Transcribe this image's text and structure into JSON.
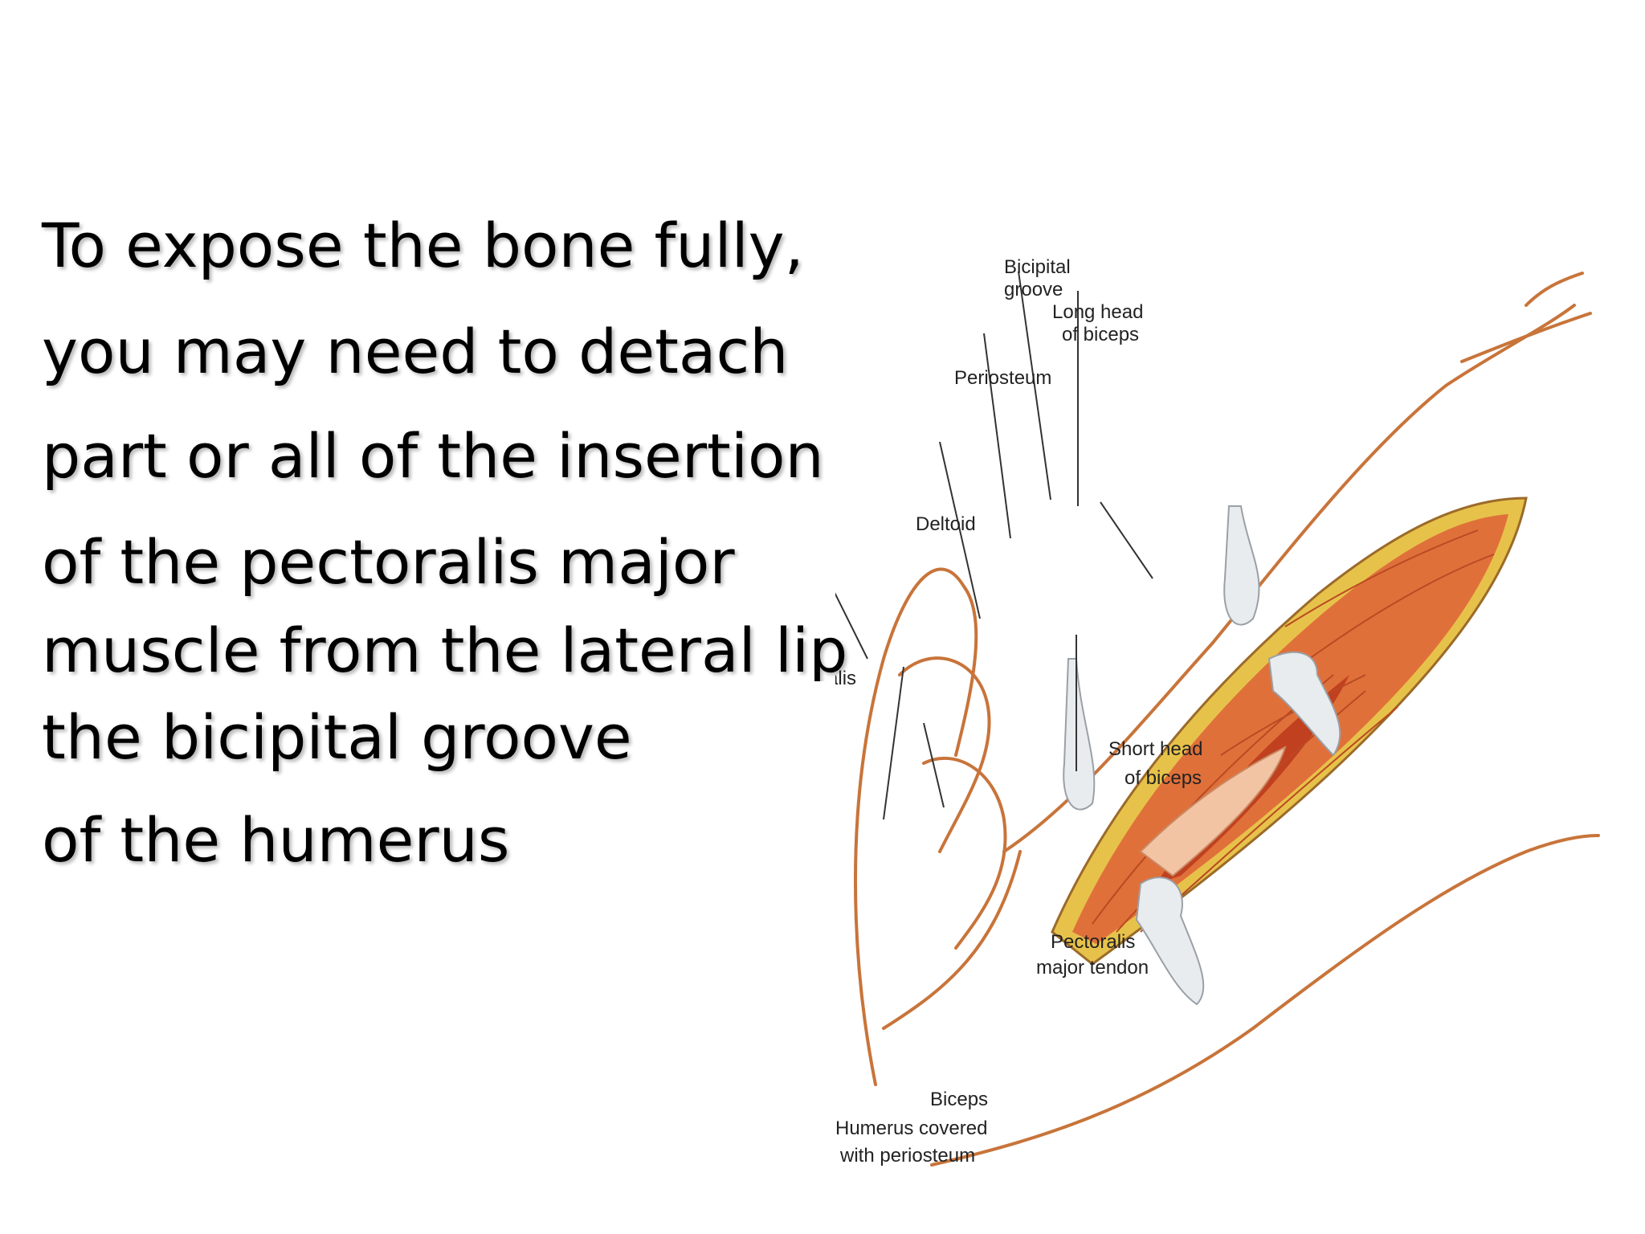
{
  "slide": {
    "lines": [
      "To expose the bone fully,",
      " you may need to detach",
      " part or all of the insertion",
      " of the pectoralis major",
      "muscle from the lateral lip of",
      "the bicipital groove",
      "of the humerus"
    ]
  },
  "figure": {
    "labels": {
      "bicipital_groove_1": "Bicipital",
      "bicipital_groove_2": "groove",
      "long_head_1": "Long head",
      "long_head_2": "of biceps",
      "periosteum": "Periosteum",
      "deltoid": "Deltoid",
      "brachialis": "Brachialis",
      "short_head_1": "Short head",
      "short_head_2": "of biceps",
      "pectoralis_1": "Pectoralis",
      "pectoralis_2": "major tendon",
      "biceps": "Biceps",
      "humerus_1": "Humerus covered",
      "humerus_2": "with periosteum"
    },
    "colors": {
      "skin_outline": "#c8743a",
      "muscle": "#e0703a",
      "muscle_dark": "#c0401f",
      "fat": "#e7c24a",
      "retractor": "#e9ecef"
    }
  }
}
